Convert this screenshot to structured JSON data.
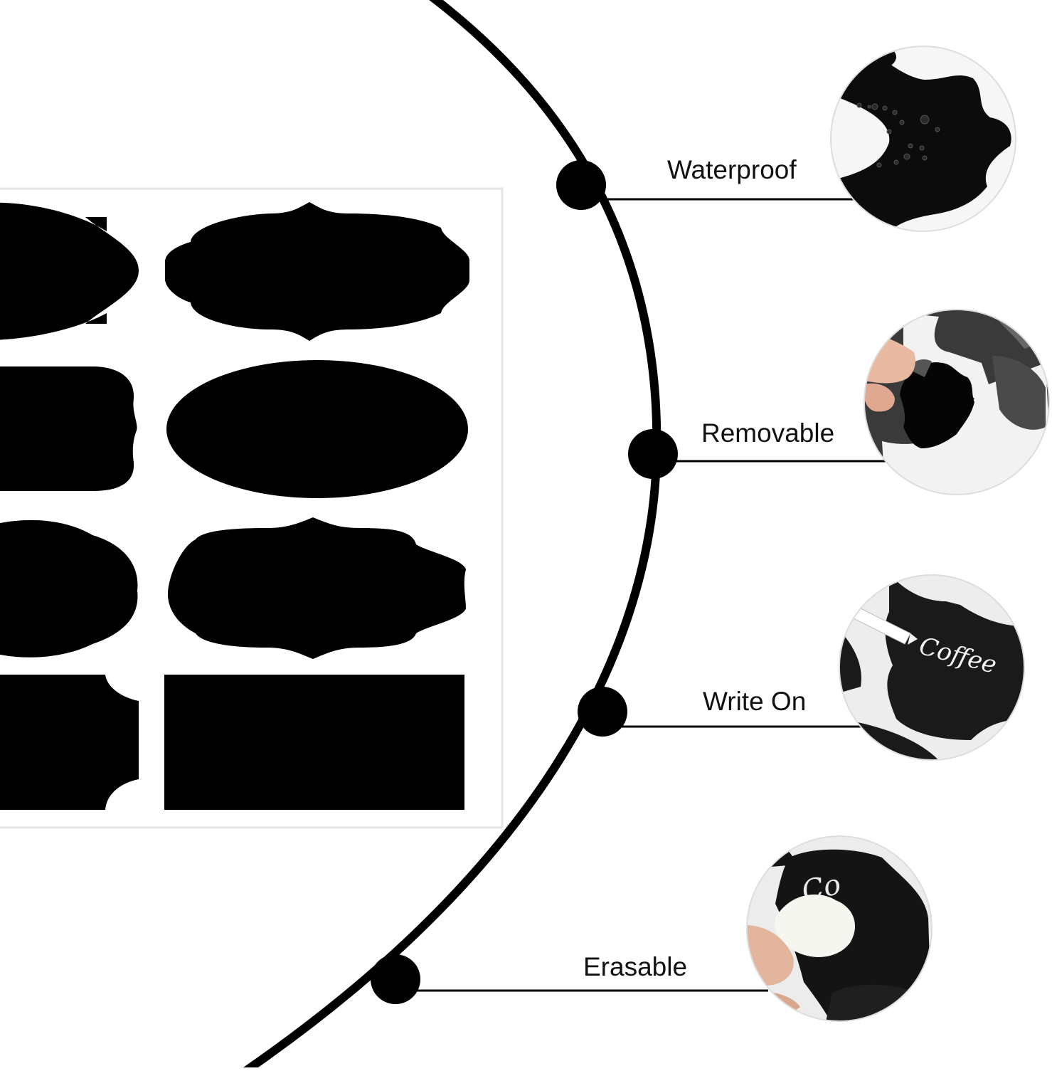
{
  "features": [
    {
      "id": "waterproof",
      "label": "Waterproof",
      "photo_icon": "water-droplets-on-label-icon"
    },
    {
      "id": "removable",
      "label": "Removable",
      "photo_icon": "peeling-label-icon"
    },
    {
      "id": "write-on",
      "label": "Write On",
      "photo_icon": "chalk-marker-writing-icon",
      "photo_text": "Coffee"
    },
    {
      "id": "erasable",
      "label": "Erasable",
      "photo_icon": "wiping-cloth-icon",
      "photo_text": "Co"
    }
  ],
  "label_sheet": {
    "shapes": [
      "bracket-label",
      "fancy-label",
      "wavy-label",
      "oval-label",
      "scalloped-label",
      "fancy-label",
      "notched-label",
      "rectangle-label"
    ]
  },
  "colors": {
    "background": "#ffffff",
    "label": "#000000",
    "sheet_border": "#e5e5e5",
    "text": "#111111"
  }
}
